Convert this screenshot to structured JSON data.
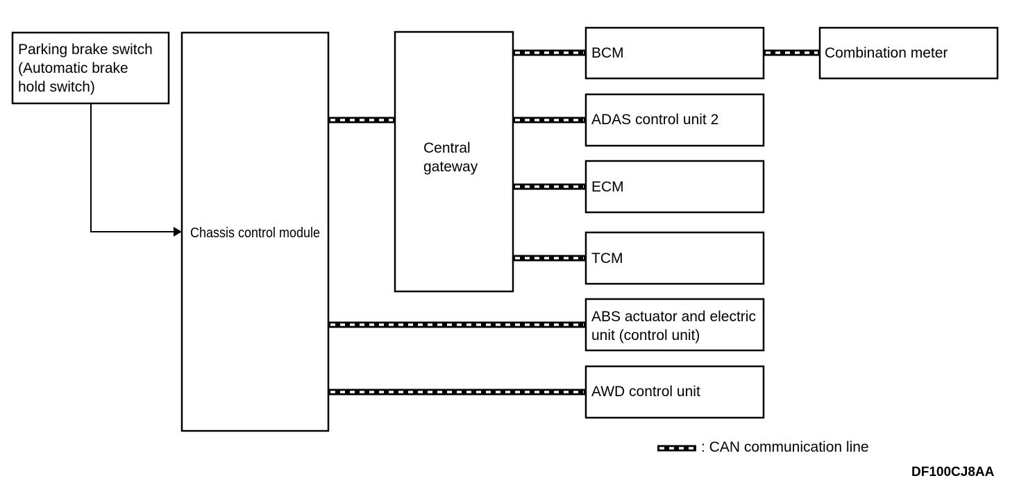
{
  "nodes": {
    "parking_brake_switch": {
      "lines": [
        "Parking brake switch",
        "(Automatic brake",
        "hold switch)"
      ]
    },
    "chassis_control_module": {
      "label": "Chassis control module"
    },
    "central_gateway": {
      "lines": [
        "Central",
        "gateway"
      ]
    },
    "bcm": {
      "label": "BCM"
    },
    "combination_meter": {
      "label": "Combination meter"
    },
    "adas_control_unit_2": {
      "label": "ADAS control unit 2"
    },
    "ecm": {
      "label": "ECM"
    },
    "tcm": {
      "label": "TCM"
    },
    "abs_actuator": {
      "lines": [
        "ABS actuator and electric",
        "unit (control unit)"
      ]
    },
    "awd_control_unit": {
      "label": "AWD control unit"
    }
  },
  "connections": [
    {
      "from": "Parking brake switch (Automatic brake hold switch)",
      "to": "Chassis control module",
      "type": "signal"
    },
    {
      "from": "Chassis control module",
      "to": "Central gateway",
      "type": "CAN"
    },
    {
      "from": "Central gateway",
      "to": "BCM",
      "type": "CAN"
    },
    {
      "from": "BCM",
      "to": "Combination meter",
      "type": "CAN"
    },
    {
      "from": "Central gateway",
      "to": "ADAS control unit 2",
      "type": "CAN"
    },
    {
      "from": "Central gateway",
      "to": "ECM",
      "type": "CAN"
    },
    {
      "from": "Central gateway",
      "to": "TCM",
      "type": "CAN"
    },
    {
      "from": "Chassis control module",
      "to": "ABS actuator and electric unit (control unit)",
      "type": "CAN"
    },
    {
      "from": "Chassis control module",
      "to": "AWD control unit",
      "type": "CAN"
    }
  ],
  "legend": {
    "can_label": ": CAN communication line"
  },
  "figure_code": "DF100CJ8AA"
}
